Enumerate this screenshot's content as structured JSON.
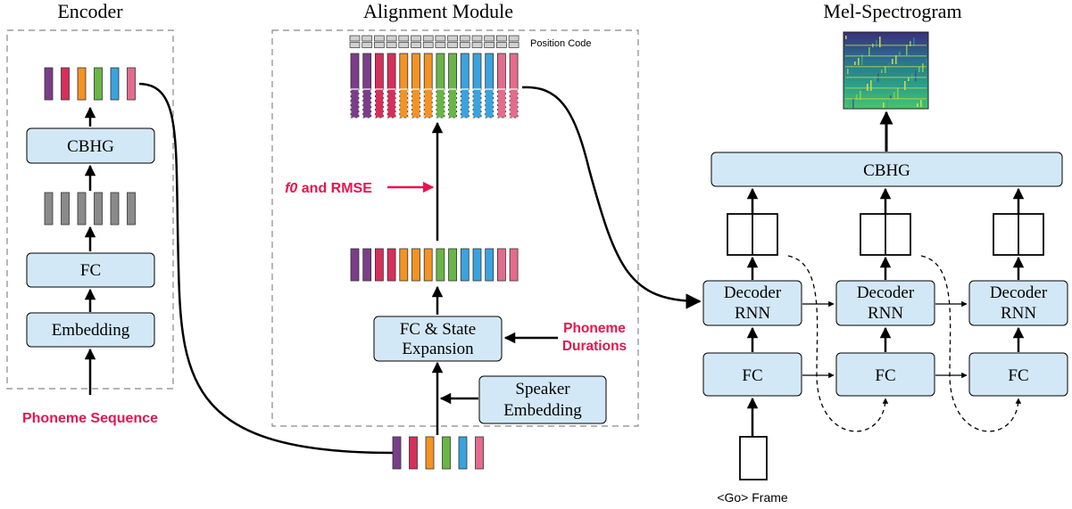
{
  "sections": {
    "encoder_title": "Encoder",
    "alignment_title": "Alignment Module",
    "mel_title": "Mel-Spectrogram"
  },
  "encoder": {
    "cbhg_label": "CBHG",
    "fc_label": "FC",
    "embedding_label": "Embedding",
    "input_label": "Phoneme Sequence"
  },
  "alignment": {
    "position_code_label": "Position Code",
    "f0_prefix": "f0",
    "f0_suffix": " and RMSE",
    "fc_state_line1": "FC & State",
    "fc_state_line2": "Expansion",
    "durations_line1": "Phoneme",
    "durations_line2": "Durations",
    "speaker_line1": "Speaker",
    "speaker_line2": "Embedding"
  },
  "decoder": {
    "cbhg_label": "CBHG",
    "rnn_line1": "Decoder",
    "rnn_line2": "RNN",
    "fc_label": "FC",
    "go_frame_label": "<Go> Frame"
  },
  "colors": {
    "box_fill": "#d3e8f7",
    "accent_red": "#e8144e",
    "phoneme_palette": [
      "#7b3d8a",
      "#d62f5b",
      "#f39324",
      "#6ab547",
      "#3aa3dd",
      "#e46b8c"
    ],
    "gray_bar": "#8a8a8a"
  }
}
